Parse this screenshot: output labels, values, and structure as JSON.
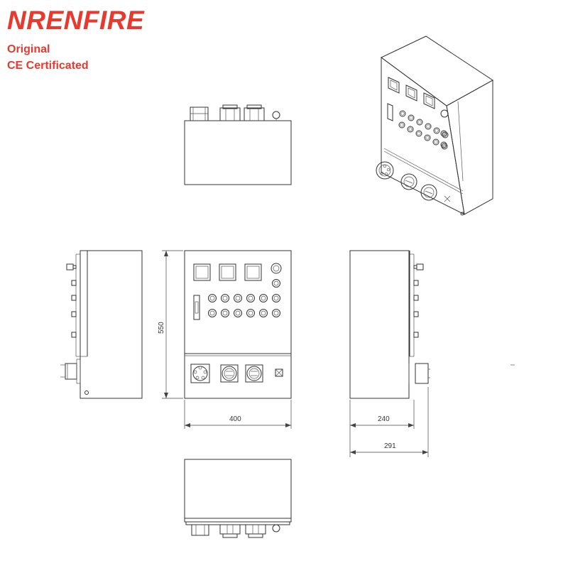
{
  "brand": {
    "name": "NRENFIRE",
    "tagline_1": "Original",
    "tagline_2": "CE Certificated",
    "color": "#e8392e"
  },
  "dimensions": {
    "height": "550",
    "width": "400",
    "depth_body": "240",
    "depth_total": "291"
  },
  "icons": {
    "socket": "industrial-socket-icon",
    "plug": "power-plug-icon",
    "lamp": "indicator-lamp-icon",
    "button": "push-button-icon",
    "stop": "emergency-stop-icon",
    "switch": "rotary-switch-icon",
    "ground": "ground-terminal-icon"
  }
}
